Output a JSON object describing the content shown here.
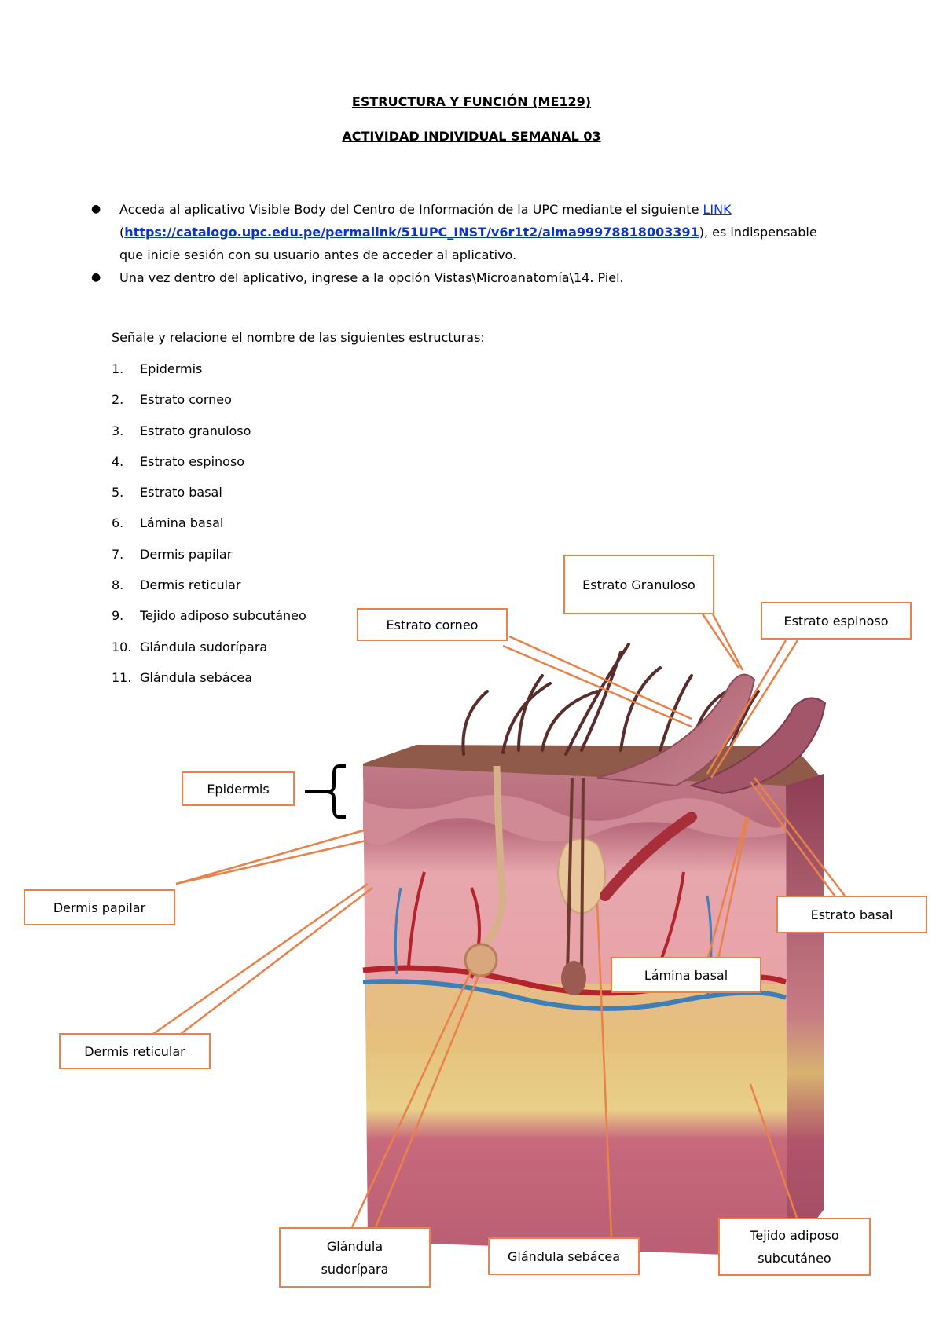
{
  "header": {
    "course_title": "ESTRUCTURA Y FUNCIÓN (ME129)",
    "activity_title": "ACTIVIDAD INDIVIDUAL SEMANAL 03"
  },
  "instructions": {
    "bullet1_prefix": "Acceda al aplicativo Visible Body del Centro de Información de la UPC mediante el siguiente ",
    "bullet1_link_label": "LINK",
    "bullet1_paren_open": "(",
    "bullet1_url": "https://catalogo.upc.edu.pe/permalink/51UPC_INST/v6r1t2/alma99978818003391",
    "bullet1_suffix": "), es indispensable que inicie sesión con su usuario antes de acceder al aplicativo.",
    "bullet2": "Una vez dentro del aplicativo, ingrese a la opción Vistas\\Microanatomía\\14. Piel."
  },
  "task": {
    "intro": "Señale y relacione el nombre de las siguientes estructuras:",
    "items": [
      {
        "num": "1.",
        "text": "Epidermis"
      },
      {
        "num": "2.",
        "text": "Estrato corneo"
      },
      {
        "num": "3.",
        "text": "Estrato granuloso"
      },
      {
        "num": "4.",
        "text": "Estrato espinoso"
      },
      {
        "num": "5.",
        "text": "Estrato basal"
      },
      {
        "num": "6.",
        "text": "Lámina basal"
      },
      {
        "num": "7.",
        "text": "Dermis papilar"
      },
      {
        "num": "8.",
        "text": "Dermis reticular"
      },
      {
        "num": "9.",
        "text": "Tejido adiposo subcutáneo"
      },
      {
        "num": "10.",
        "text": "Glándula sudorípara"
      },
      {
        "num": "11.",
        "text": "Glándula sebácea"
      }
    ]
  },
  "figure_labels": {
    "estrato_granuloso": "Estrato Granuloso",
    "estrato_corneo": "Estrato corneo",
    "estrato_espinoso": "Estrato espinoso",
    "epidermis": "Epidermis",
    "dermis_papilar": "Dermis papilar",
    "estrato_basal": "Estrato basal",
    "lamina_basal": "Lámina basal",
    "dermis_reticular": "Dermis reticular",
    "glandula_sudoripara_line1": "Glándula",
    "glandula_sudoripara_line2": "sudorípara",
    "glandula_sebacea": "Glándula sebácea",
    "tejido_adiposo_line1": "Tejido adiposo",
    "tejido_adiposo_line2": "subcutáneo"
  },
  "colors": {
    "label_border": "#e8824a",
    "leader_line": "#e8824a",
    "link": "#0b34c8"
  }
}
